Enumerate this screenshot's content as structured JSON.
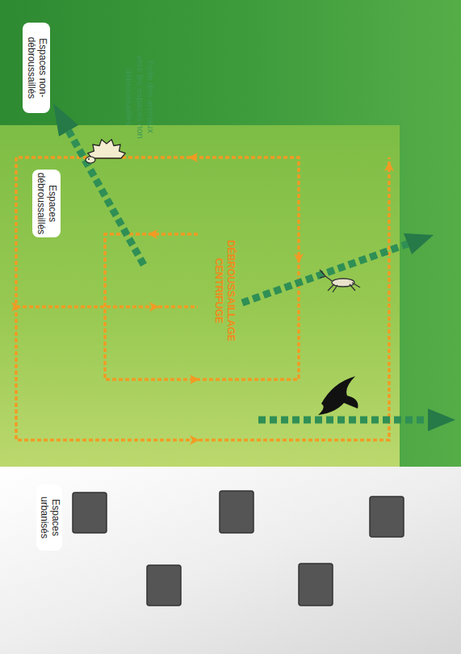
{
  "diagram": {
    "nodes": [
      {
        "text": [
          "Espaces non-débroussaillés"
        ]
      },
      {
        "text": [
          "Espaces débroussaillés"
        ],
        "in": 0
      },
      {
        "text": [
          "Espaces urbanisés"
        ]
      }
    ],
    "labels": [
      "Fuite des animaux vers les espaces non débroussaillés",
      "DÉBROUSSAILLAGE CENTRIFUGE"
    ]
  }
}
